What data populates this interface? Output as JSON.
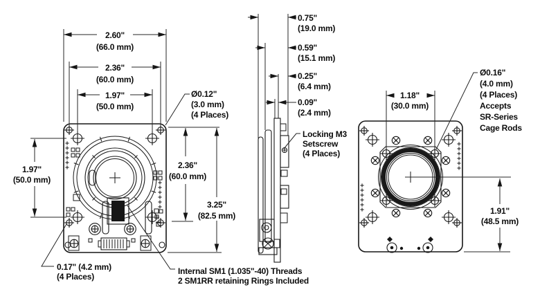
{
  "drawing": {
    "front": {
      "w_outer_in": "2.60\"",
      "w_outer_mm": "(66.0 mm)",
      "w_holes_in": "2.36\"",
      "w_holes_mm": "(60.0 mm)",
      "w_mount_in": "1.97\"",
      "w_mount_mm": "(50.0 mm)",
      "h_mount_in": "1.97\"",
      "h_mount_mm": "(50.0 mm)",
      "h_holes_in": "2.36\"",
      "h_holes_mm": "(60.0 mm)",
      "h_outer_in": "3.25\"",
      "h_outer_mm": "(82.5 mm)",
      "hole_dia_1": "Ø0.12\"",
      "hole_dia_2": "(3.0 mm)",
      "hole_dia_3": "(4 Places)",
      "foot_1": "0.17\" (4.2 mm)",
      "foot_2": "(4 Places)",
      "sm1_1": "Internal SM1 (1.035\"-40) Threads",
      "sm1_2": "2 SM1RR retaining Rings Included"
    },
    "side": {
      "d1_in": "0.75\"",
      "d1_mm": "(19.0 mm)",
      "d2_in": "0.59\"",
      "d2_mm": "(15.1 mm)",
      "d3_in": "0.25\"",
      "d3_mm": "(6.4 mm)",
      "d4_in": "0.09\"",
      "d4_mm": "(2.4 mm)",
      "set_1": "Locking M3",
      "set_2": "Setscrew",
      "set_3": "(4 Places)"
    },
    "back": {
      "cage_1": "Ø0.16\"",
      "cage_2": "(4.0 mm)",
      "cage_3": "(4 Places)",
      "cage_4": "Accepts",
      "cage_5": "SR-Series",
      "cage_6": "Cage Rods",
      "rod_in": "1.18\"",
      "rod_mm": "(30.0 mm)",
      "ch_in": "1.91\"",
      "ch_mm": "(48.5 mm)"
    }
  },
  "colors": {
    "line": "#161616",
    "background": "#ffffff"
  }
}
